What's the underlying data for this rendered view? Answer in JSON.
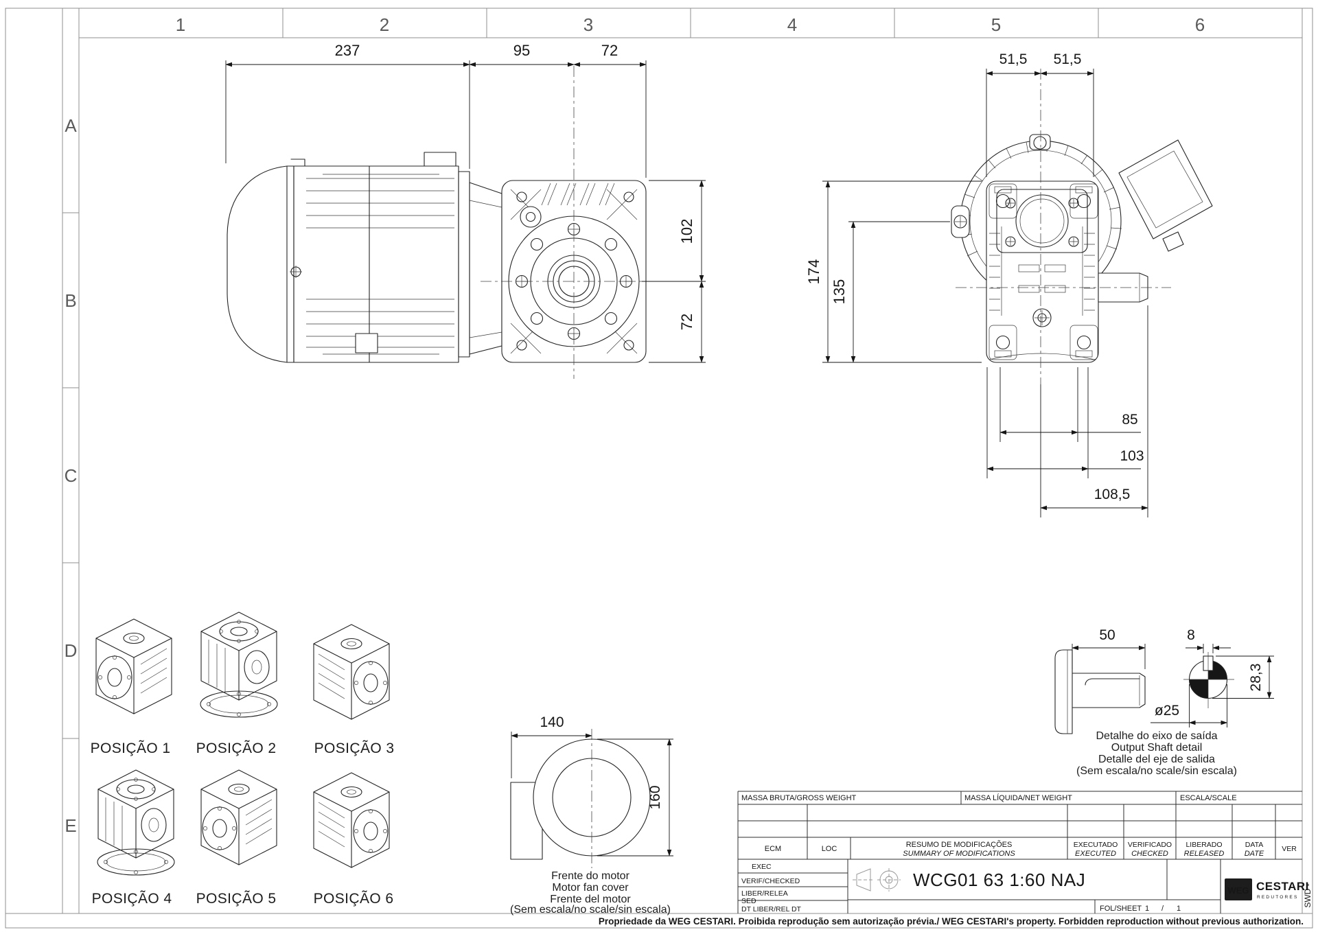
{
  "sheet": {
    "grid_columns": [
      "1",
      "2",
      "3",
      "4",
      "5",
      "6"
    ],
    "grid_rows": [
      "A",
      "B",
      "C",
      "D",
      "E"
    ],
    "footer_notice": "Propriedade da WEG CESTARI. Proibida reprodução sem autorização prévia./ WEG CESTARI's property. Forbidden reproduction without previous authorization.",
    "side_code": "SWD -"
  },
  "drawing": {
    "dims": {
      "motor_length": "237",
      "adapter_length": "95",
      "face_offset": "72",
      "above_axis": "102",
      "below_axis": "72",
      "hole_left": "51,5",
      "hole_right": "51,5",
      "total_height": "174",
      "axis_height": "135",
      "shaft_a": "85",
      "shaft_b": "103",
      "shaft_c": "108,5",
      "cover_width": "140",
      "cover_height": "160",
      "shaft_length": "50",
      "key_width": "8",
      "key_depth": "28,3",
      "shaft_diameter": "ø25"
    },
    "positions": [
      "POSIÇÃO 1",
      "POSIÇÃO 2",
      "POSIÇÃO 3",
      "POSIÇÃO 4",
      "POSIÇÃO 5",
      "POSIÇÃO 6"
    ],
    "fan_cover_caption": [
      "Frente do motor",
      "Motor fan cover",
      "Frente del motor",
      "(Sem escala/no scale/sin escala)"
    ],
    "shaft_caption": [
      "Detalhe do eixo de saída",
      "Output Shaft detail",
      "Detalle del eje de salida",
      "(Sem escala/no scale/sin escala)"
    ]
  },
  "title_block": {
    "gross_weight": "MASSA BRUTA/GROSS WEIGHT",
    "net_weight": "MASSA LÍQUIDA/NET WEIGHT",
    "scale": "ESCALA/SCALE",
    "ecm": "ECM",
    "loc": "LOC",
    "summary_pt": "RESUMO DE MODIFICAÇÕES",
    "summary_en": "SUMMARY OF MODIFICATIONS",
    "executed_pt": "EXECUTADO",
    "executed_en": "EXECUTED",
    "checked_pt": "VERIFICADO",
    "checked_en": "CHECKED",
    "released_pt": "LIBERADO",
    "released_en": "RELEASED",
    "date_pt": "DATA",
    "date_en": "DATE",
    "ver": "VER",
    "row_exec": "EXEC",
    "row_verif": "VERIF/CHECKED",
    "row_liber1": "LIBER/RELEA",
    "row_liber2": "SED",
    "row_dt": "DT LIBER/REL DT",
    "part_number": "WCG01 63 1:60 NAJ",
    "sheet_label": "FOL/SHEET",
    "sheet_current": "1",
    "sheet_sep": "/",
    "sheet_total": "1",
    "logo_weg": "WEG",
    "logo_cestari": "CESTARI",
    "logo_sub": "REDUTORES"
  }
}
